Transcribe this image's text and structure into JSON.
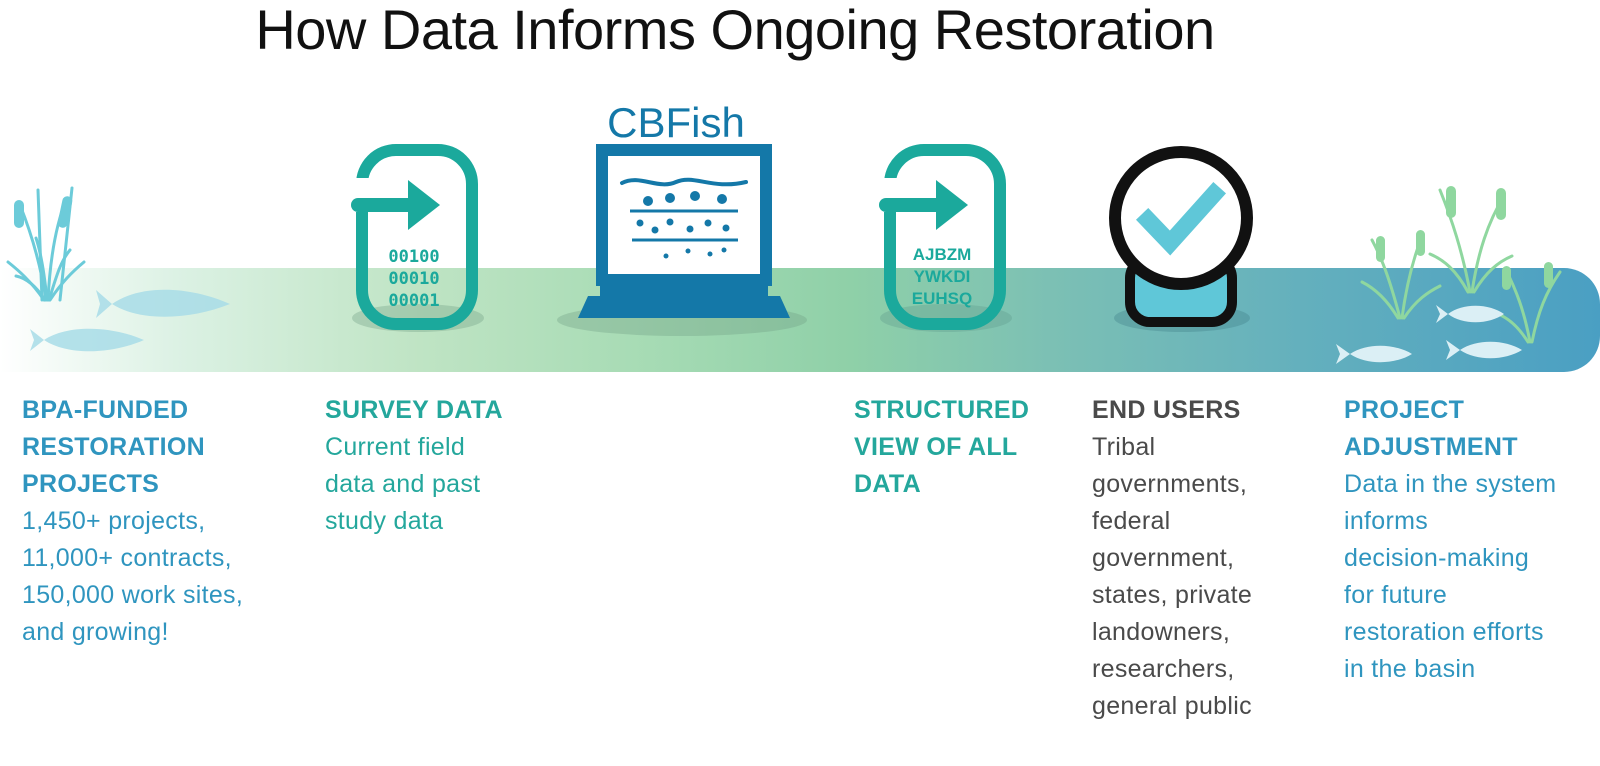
{
  "title": "How Data Informs Ongoing Restoration",
  "system_label": "CBFish",
  "binary_codes": [
    "00100",
    "00010",
    "00001"
  ],
  "letter_codes": [
    "AJBZM",
    "YWKDI",
    "EUHSQ"
  ],
  "colors": {
    "teal": "#24a79c",
    "blue": "#2f95bf",
    "dark_blue": "#1478a8",
    "check_blue": "#5fc7d8",
    "gray_text": "#4a4a4a"
  },
  "columns": [
    {
      "heading": [
        "BPA-FUNDED",
        "RESTORATION",
        "PROJECTS"
      ],
      "body": [
        "1,450+ projects,",
        "11,000+ contracts,",
        "150,000 work sites,",
        "and growing!"
      ]
    },
    {
      "heading": [
        "SURVEY DATA"
      ],
      "body": [
        "Current field",
        "data and past",
        "study data"
      ]
    },
    {
      "heading": [
        "STRUCTURED",
        "VIEW OF ALL",
        "DATA"
      ],
      "body": []
    },
    {
      "heading": [
        "END USERS"
      ],
      "body": [
        "Tribal",
        "governments,",
        "federal",
        "government,",
        "states, private",
        "landowners,",
        "researchers,",
        "general public"
      ]
    },
    {
      "heading": [
        "PROJECT",
        "ADJUSTMENT"
      ],
      "body": [
        "Data in the system",
        "informs",
        "decision-making",
        "for future",
        "restoration efforts",
        "in the basin"
      ]
    }
  ]
}
